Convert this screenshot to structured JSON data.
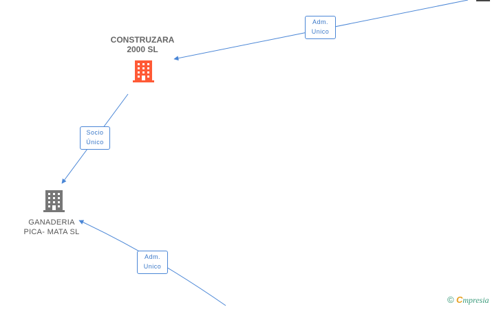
{
  "nodes": {
    "construzara": {
      "line1": "CONSTRUZARA",
      "line2": "2000 SL",
      "color": "#ff5a36",
      "icon": "building-icon"
    },
    "ganaderia": {
      "line1": "GANADERIA",
      "line2": "PICA- MATA SL",
      "color": "#777777",
      "icon": "building-icon"
    }
  },
  "edges": {
    "top": {
      "line1": "Adm.",
      "line2": "Unico"
    },
    "socio": {
      "line1": "Socio",
      "line2": "Único"
    },
    "bottom": {
      "line1": "Adm.",
      "line2": "Unico"
    }
  },
  "edge_color": "#4a86d6",
  "credit": {
    "copyright": "©",
    "brand_initial": "C",
    "brand_rest": "mpresia"
  }
}
